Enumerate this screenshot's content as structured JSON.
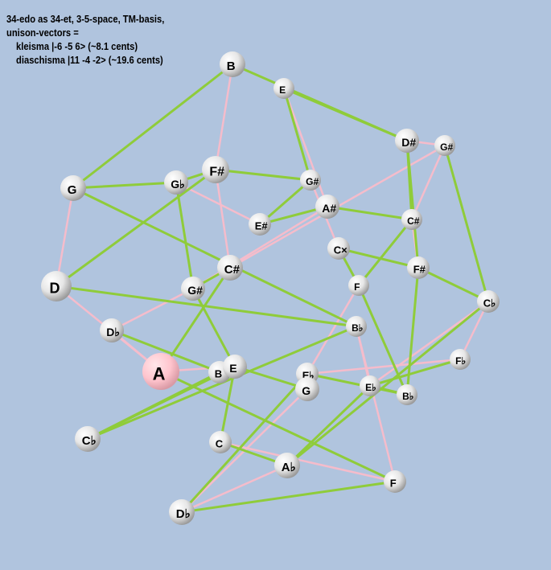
{
  "caption": {
    "line1": "34-edo as 34-et, 3-5-space, TM-basis,",
    "line2": "unison-vectors =",
    "line3": "kleisma |-6 -5 6> (~8.1 cents)",
    "line4": "diaschisma |11 -4 -2> (~19.6 cents)"
  },
  "colors": {
    "background": "#b0c4de",
    "green_edge": "#8fcc3a",
    "pink_edge": "#f5bccb",
    "node": "#ececec",
    "root_node": "#ffc7cf"
  },
  "nodes": [
    {
      "id": "B1",
      "label": "B"
    },
    {
      "id": "E1",
      "label": "E"
    },
    {
      "id": "Ds1",
      "label": "D#"
    },
    {
      "id": "Gs1",
      "label": "G#"
    },
    {
      "id": "G1",
      "label": "G"
    },
    {
      "id": "Gb1",
      "label": "G♭"
    },
    {
      "id": "Fs1",
      "label": "F#"
    },
    {
      "id": "Gss",
      "label": "G#"
    },
    {
      "id": "As1",
      "label": "A#"
    },
    {
      "id": "Es1",
      "label": "E#"
    },
    {
      "id": "Cs1",
      "label": "C#"
    },
    {
      "id": "Cx",
      "label": "C×"
    },
    {
      "id": "Cs2",
      "label": "C#"
    },
    {
      "id": "D1",
      "label": "D"
    },
    {
      "id": "Gsm",
      "label": "G#"
    },
    {
      "id": "F1",
      "label": "F"
    },
    {
      "id": "Fs2",
      "label": "F#"
    },
    {
      "id": "Cb1",
      "label": "C♭"
    },
    {
      "id": "Db1",
      "label": "D♭"
    },
    {
      "id": "Bb1",
      "label": "B♭"
    },
    {
      "id": "A1",
      "label": "A"
    },
    {
      "id": "B2",
      "label": "B"
    },
    {
      "id": "E2",
      "label": "E"
    },
    {
      "id": "Eb1",
      "label": "E♭"
    },
    {
      "id": "G2",
      "label": "G"
    },
    {
      "id": "Fb1",
      "label": "F♭"
    },
    {
      "id": "Eb2",
      "label": "E♭"
    },
    {
      "id": "Bb2",
      "label": "B♭"
    },
    {
      "id": "Cb2",
      "label": "C♭"
    },
    {
      "id": "C1",
      "label": "C"
    },
    {
      "id": "Ab1",
      "label": "A♭"
    },
    {
      "id": "F2",
      "label": "F"
    },
    {
      "id": "Db2",
      "label": "D♭"
    }
  ],
  "edges": {
    "green": [
      [
        "B1",
        "G1"
      ],
      [
        "B1",
        "Ds1"
      ],
      [
        "E1",
        "Ds1"
      ],
      [
        "E1",
        "Gss"
      ],
      [
        "G1",
        "Gb1"
      ],
      [
        "G1",
        "Bb1"
      ],
      [
        "Gb1",
        "Fs1"
      ],
      [
        "Gb1",
        "Gsm"
      ],
      [
        "Fs1",
        "D1"
      ],
      [
        "Fs1",
        "Gss"
      ],
      [
        "Gss",
        "Es1"
      ],
      [
        "Es1",
        "As1"
      ],
      [
        "As1",
        "Cs1"
      ],
      [
        "Ds1",
        "Cs1"
      ],
      [
        "Ds1",
        "Fs2"
      ],
      [
        "Gs1",
        "Cb1"
      ],
      [
        "Cs1",
        "F1"
      ],
      [
        "Cx",
        "Fs2"
      ],
      [
        "F1",
        "Bb2"
      ],
      [
        "F1",
        "Cx"
      ],
      [
        "Fs2",
        "Cb1"
      ],
      [
        "Fs2",
        "Bb2"
      ],
      [
        "Cs2",
        "Gsm"
      ],
      [
        "Cs2",
        "A1"
      ],
      [
        "Gsm",
        "E2"
      ],
      [
        "D1",
        "Bb1"
      ],
      [
        "A1",
        "F2"
      ],
      [
        "Db1",
        "B2"
      ],
      [
        "Bb1",
        "Cb2"
      ],
      [
        "B2",
        "Cb2"
      ],
      [
        "E2",
        "C1"
      ],
      [
        "E2",
        "G2"
      ],
      [
        "G2",
        "Eb1"
      ],
      [
        "Bb2",
        "Eb2"
      ],
      [
        "Bb2",
        "Eb1"
      ],
      [
        "Fb1",
        "Eb2"
      ],
      [
        "Eb2",
        "Ab1"
      ],
      [
        "Cb1",
        "Ab1"
      ],
      [
        "Ab1",
        "C1"
      ],
      [
        "F2",
        "Db2"
      ],
      [
        "Db2",
        "Eb1"
      ],
      [
        "Cb2",
        "E2"
      ]
    ],
    "pink": [
      [
        "B1",
        "Fs1"
      ],
      [
        "E1",
        "As1"
      ],
      [
        "Ds1",
        "Gs1"
      ],
      [
        "Gs1",
        "Cs1"
      ],
      [
        "G1",
        "D1"
      ],
      [
        "Gb1",
        "Es1"
      ],
      [
        "Fs1",
        "Cs2"
      ],
      [
        "Gss",
        "Cx"
      ],
      [
        "As1",
        "Gsm"
      ],
      [
        "Cx",
        "F1"
      ],
      [
        "Cx",
        "Fs2"
      ],
      [
        "Cs1",
        "Fs2"
      ],
      [
        "D1",
        "A1"
      ],
      [
        "Gsm",
        "Db1"
      ],
      [
        "A1",
        "E2"
      ],
      [
        "Db1",
        "A1"
      ],
      [
        "Bb1",
        "F2"
      ],
      [
        "F1",
        "Eb1"
      ],
      [
        "Fb1",
        "Cb1"
      ],
      [
        "Fb1",
        "Eb1"
      ],
      [
        "Bb2",
        "Eb1"
      ],
      [
        "Cb1",
        "Eb2"
      ],
      [
        "Eb2",
        "Bb1"
      ],
      [
        "G2",
        "Db2"
      ],
      [
        "C1",
        "F2"
      ],
      [
        "Db2",
        "Ab1"
      ],
      [
        "Gs1",
        "Cs2"
      ]
    ]
  }
}
